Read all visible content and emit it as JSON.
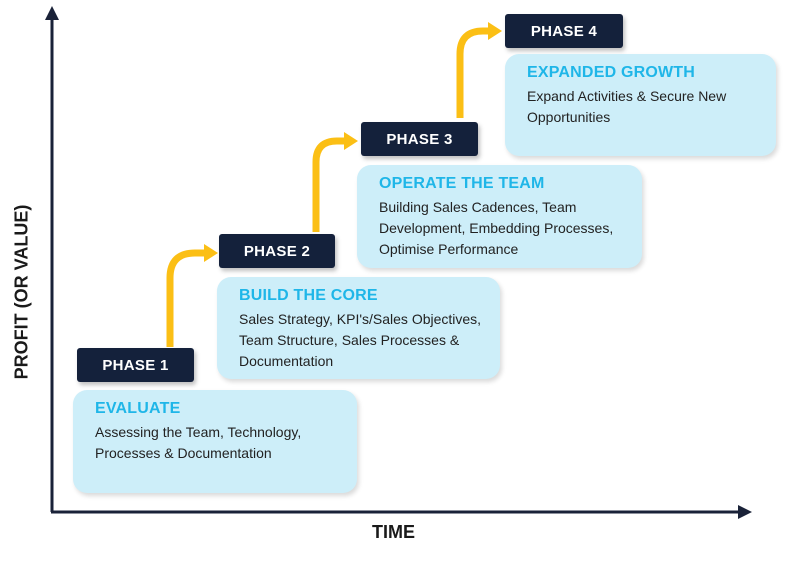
{
  "axes": {
    "x_label": "TIME",
    "y_label": "PROFIT (OR VALUE)"
  },
  "phases": [
    {
      "label": "PHASE 1",
      "title": "EVALUATE",
      "description": "Assessing the Team, Technology, Processes & Documentation"
    },
    {
      "label": "PHASE 2",
      "title": "BUILD THE CORE",
      "description": "Sales Strategy, KPI's/Sales Objectives, Team Structure, Sales Processes & Documentation"
    },
    {
      "label": "PHASE 3",
      "title": "OPERATE THE TEAM",
      "description": "Building Sales Cadences, Team Development, Embedding Processes, Optimise Performance"
    },
    {
      "label": "PHASE 4",
      "title": "EXPANDED GROWTH",
      "description": "Expand Activities & Secure New Opportunities"
    }
  ],
  "colors": {
    "phase_label_bg": "#14213b",
    "box_bg": "#cdeef9",
    "title_text": "#1fb6e8",
    "arrow": "#fbbf15",
    "axis": "#1a2238"
  },
  "icons": {
    "axis_arrowheads": "triangle",
    "phase_connectors": "curved-up-right-arrow"
  }
}
